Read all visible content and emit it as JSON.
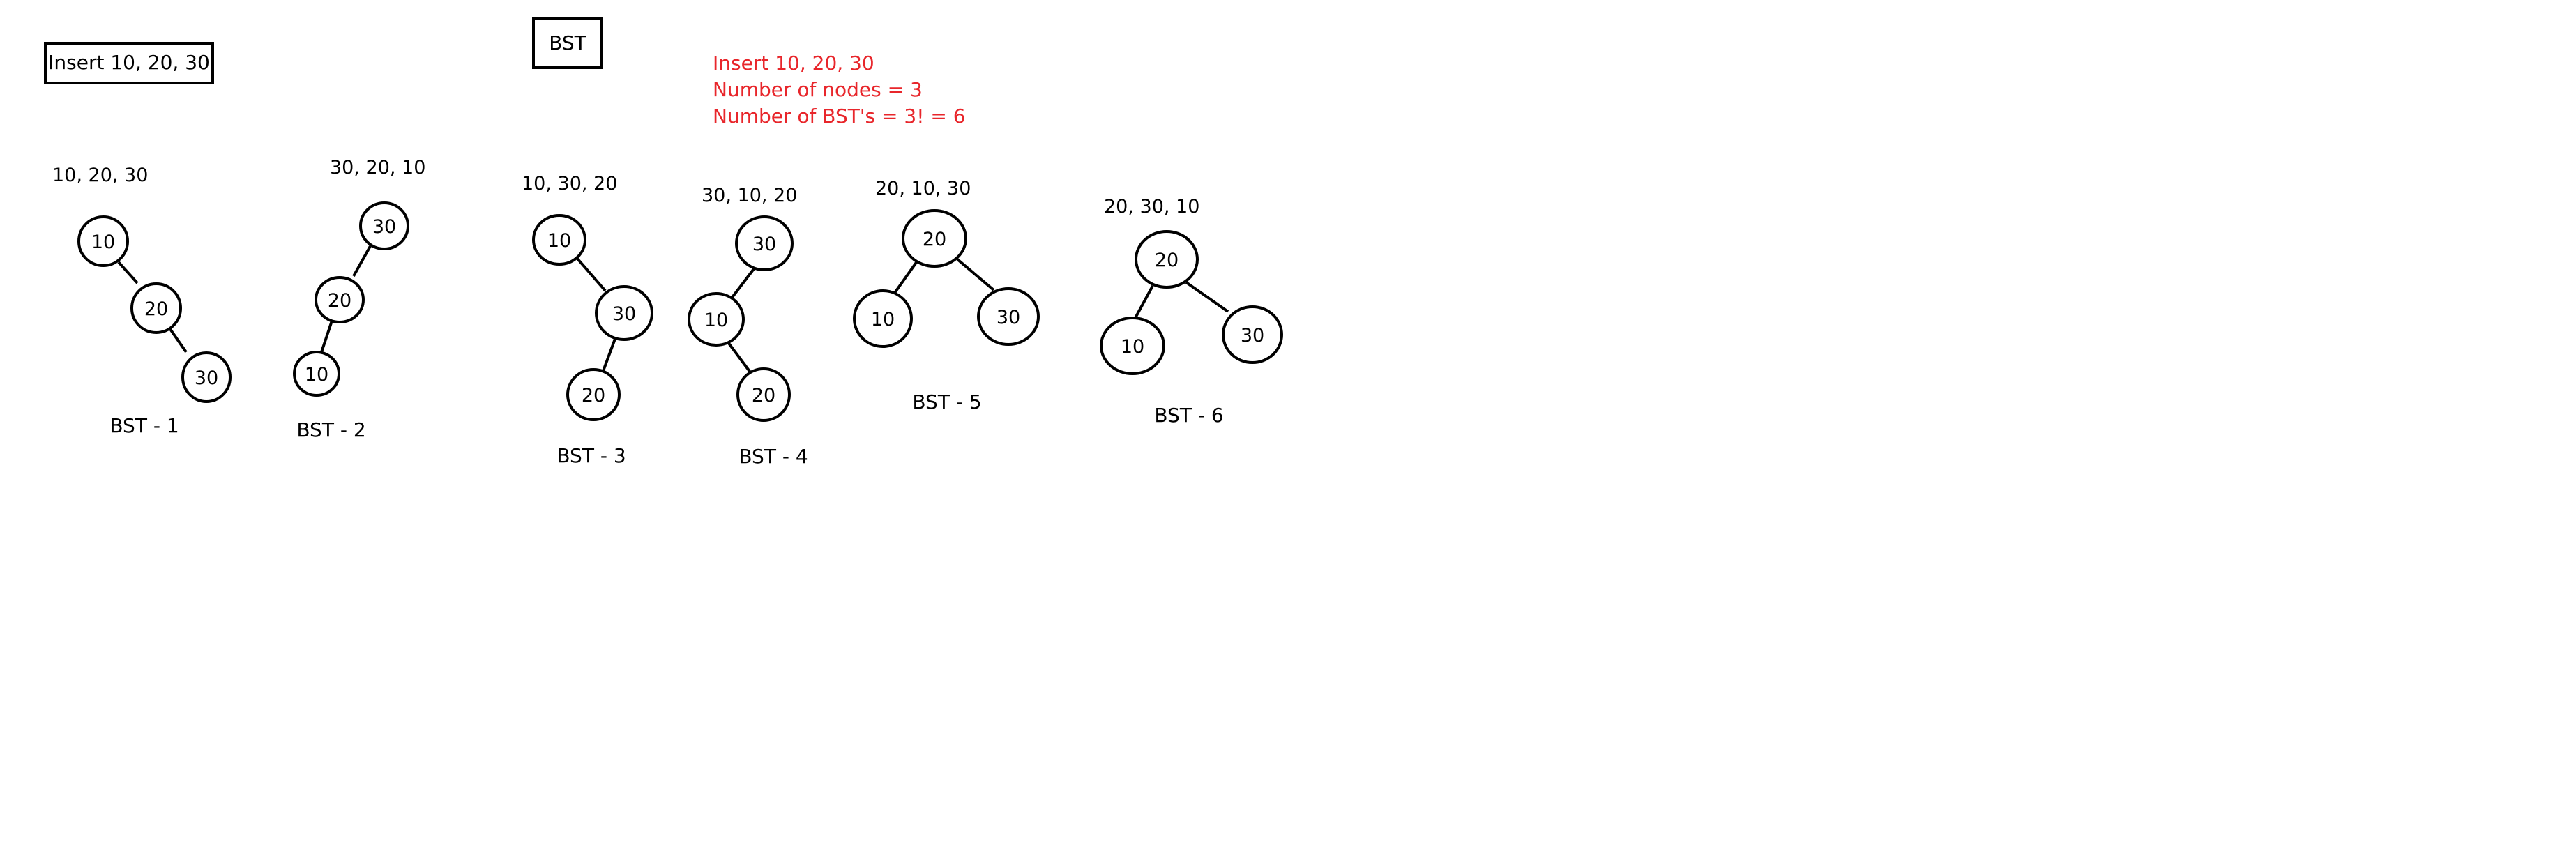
{
  "colors": {
    "ink": "#000000",
    "note": "#e8262b",
    "background": "#ffffff"
  },
  "boxes": {
    "insert_label": "Insert 10, 20, 30",
    "topic_label": "BST"
  },
  "notes": [
    "Insert 10, 20, 30",
    "Number of nodes = 3",
    "Number of BST's = 3! = 6"
  ],
  "trees": [
    {
      "sequence": "10, 20, 30",
      "caption": "BST - 1",
      "nodes": [
        "10",
        "20",
        "30"
      ]
    },
    {
      "sequence": "30, 20, 10",
      "caption": "BST - 2",
      "nodes": [
        "30",
        "20",
        "10"
      ]
    },
    {
      "sequence": "10, 30, 20",
      "caption": "BST - 3",
      "nodes": [
        "10",
        "30",
        "20"
      ]
    },
    {
      "sequence": "30, 10, 20",
      "caption": "BST - 4",
      "nodes": [
        "30",
        "10",
        "20"
      ]
    },
    {
      "sequence": "20, 10, 30",
      "caption": "BST - 5",
      "nodes": [
        "20",
        "10",
        "30"
      ]
    },
    {
      "sequence": "20, 30, 10",
      "caption": "BST - 6",
      "nodes": [
        "20",
        "10",
        "30"
      ]
    }
  ]
}
